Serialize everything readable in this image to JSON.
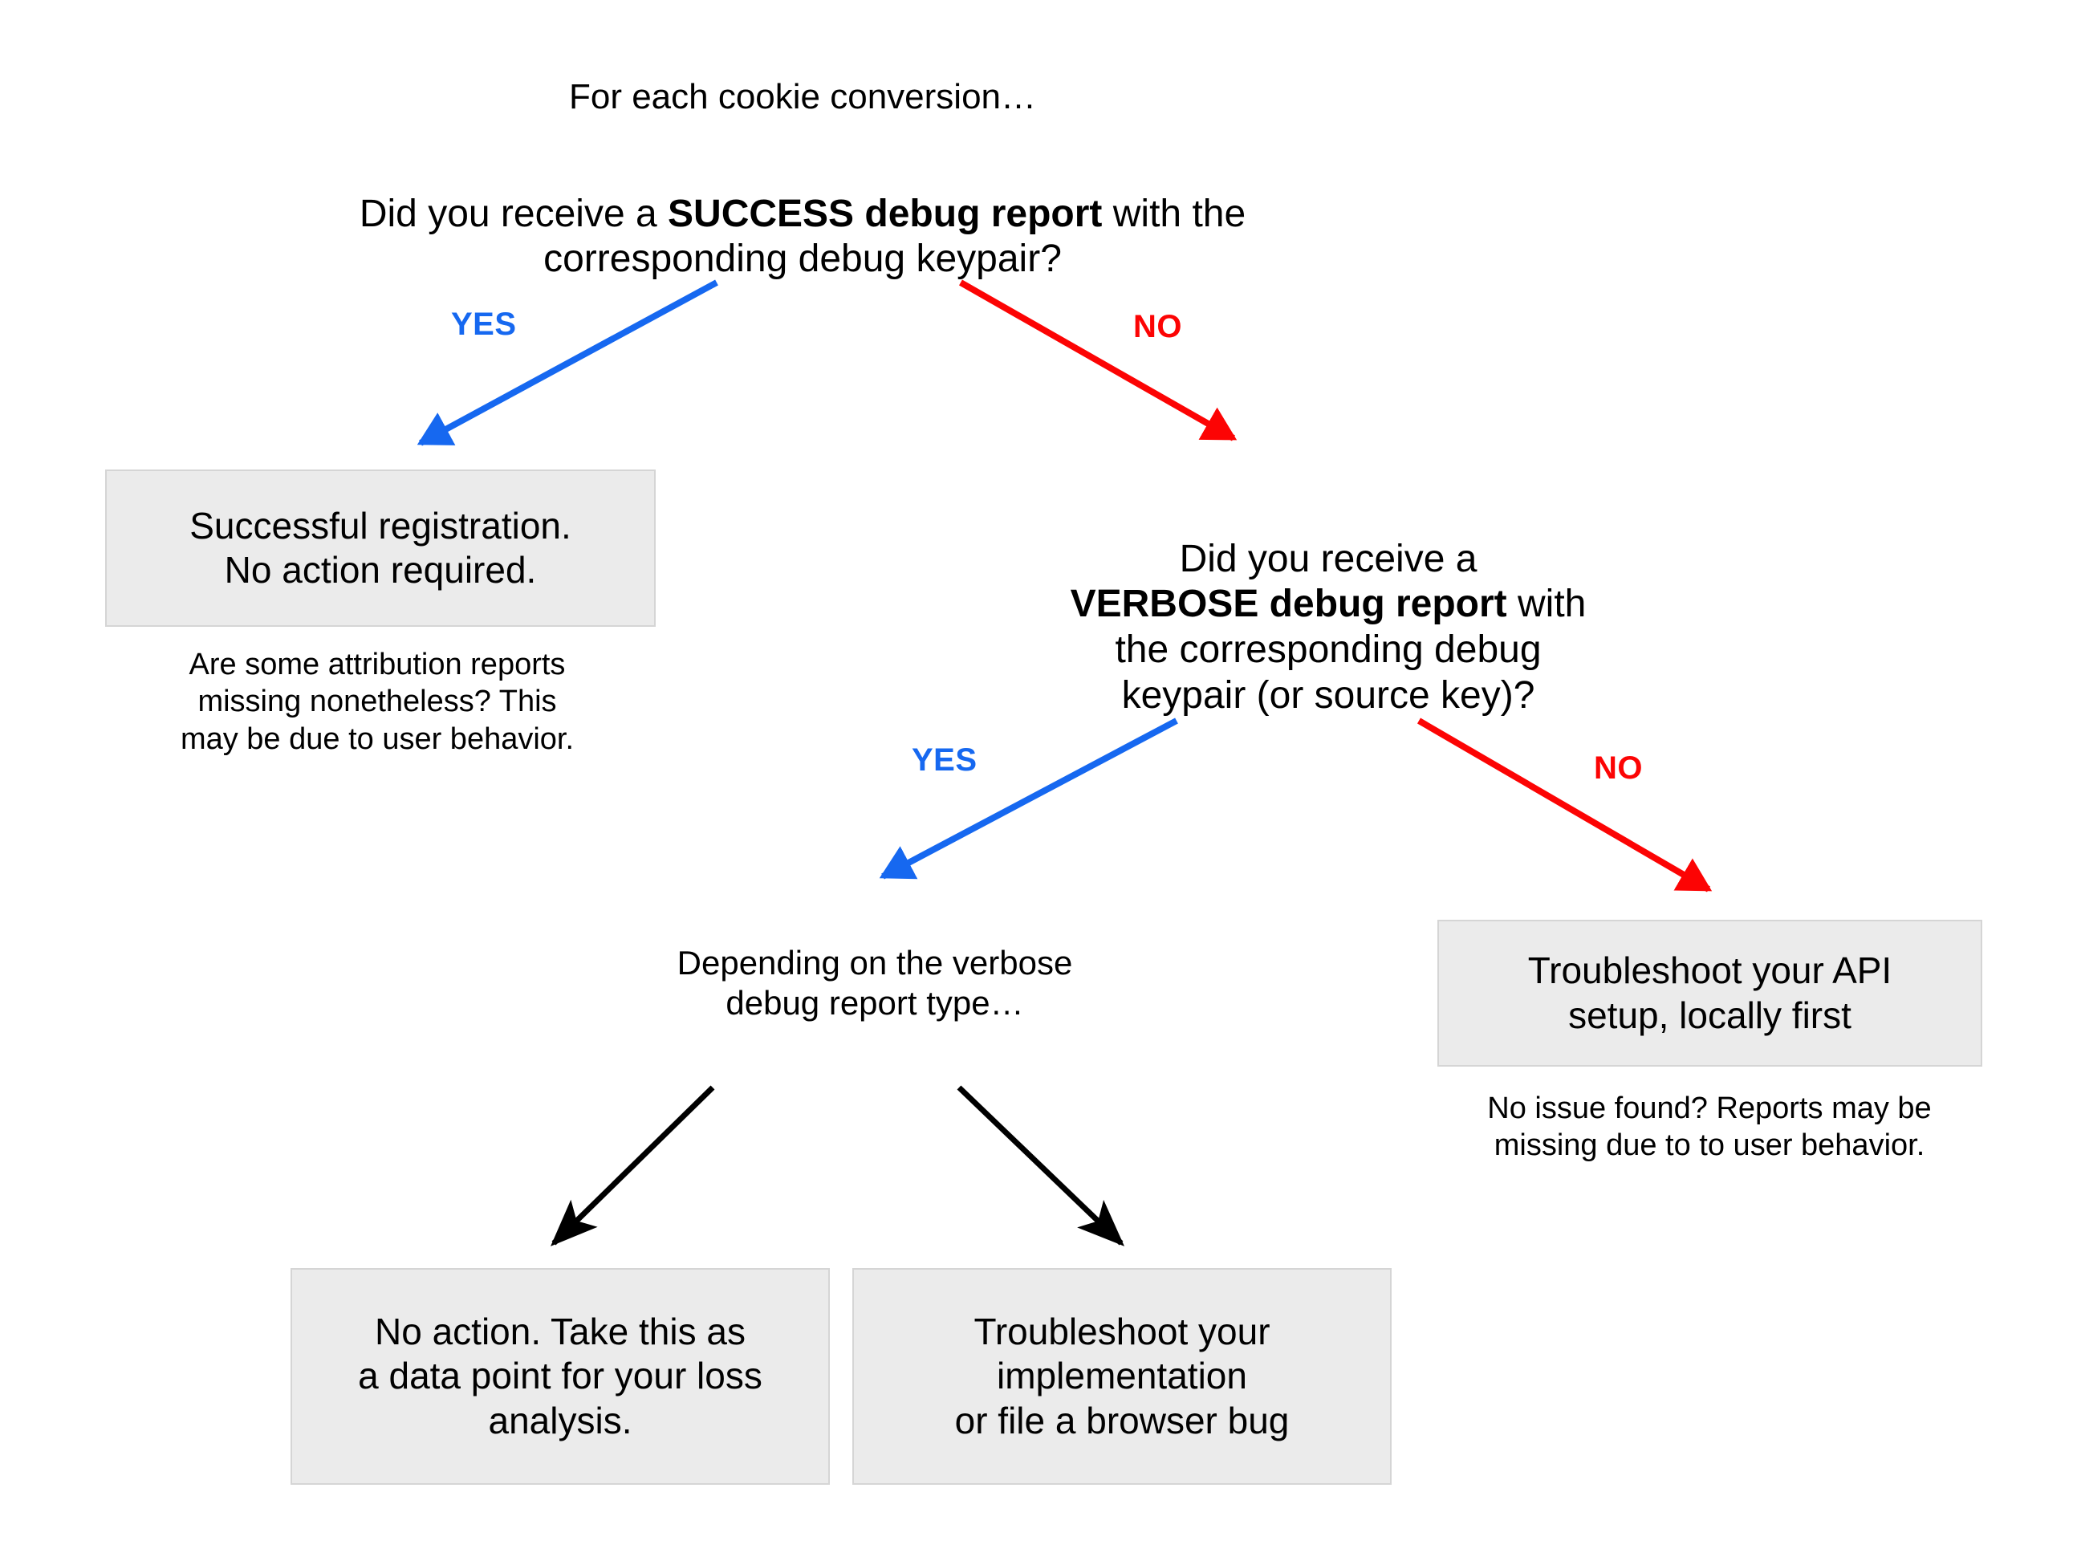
{
  "diagram": {
    "title": "For each cookie conversion…",
    "colors": {
      "yes_blue": "#1668f0",
      "no_red": "#fc0404",
      "box_fill": "#ebebeb",
      "box_border": "#d5d5d5",
      "arrow_black": "#000000",
      "background": "#ffffff"
    },
    "questions": {
      "q1_part1": "Did you receive a ",
      "q1_bold": "SUCCESS debug report",
      "q1_part2": " with the\ncorresponding debug keypair?",
      "q2_part1": "Did you receive a\n",
      "q2_bold": "VERBOSE debug report",
      "q2_part2": " with\nthe corresponding debug\nkeypair (or source key)?"
    },
    "edge_labels": {
      "yes1": "YES",
      "no1": "NO",
      "yes2": "YES",
      "no2": "NO"
    },
    "boxes": {
      "success_box": "Successful registration.\nNo action required.",
      "api_setup_box": "Troubleshoot your API\nsetup, locally first",
      "no_action_box": "No action. Take this as\na data point for your loss\nanalysis.",
      "implementation_box": "Troubleshoot your\nimplementation\nor file a browser bug"
    },
    "notes": {
      "attribution_note": "Are some attribution reports\nmissing nonetheless? This\nmay be due to user behavior.",
      "no_issue_note": "No issue found? Reports may be\nmissing due to to user behavior."
    },
    "captions": {
      "verbose_type": "Depending on the verbose\ndebug report type…"
    }
  }
}
